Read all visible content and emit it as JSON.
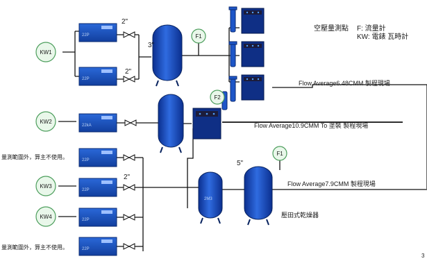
{
  "legend": {
    "title": "空壓量測點",
    "f_key": "F: 流量計",
    "kw_key": "KW: 電錶 瓦時計"
  },
  "meters": {
    "kw1": "KW1",
    "kw2": "KW2",
    "kw3": "KW3",
    "kw4": "KW4",
    "f1a": "F1",
    "f2": "F2",
    "f1b": "F1"
  },
  "pipe_sizes": {
    "top1": "2\"",
    "top2": "2\"",
    "tank": "3\"",
    "mid": "2\"",
    "tank3": "5\""
  },
  "flows": {
    "flow1": "Flow Average6.48CMM  製程現場",
    "flow2": "Flow Average10.9CMM  To 塗裝 製程現場",
    "flow3": "Flow Average7.9CMM 製程現場"
  },
  "notes": {
    "not_measured_1": "量測範圍外，算主不使用。",
    "not_measured_2": "量測範圍外，算主不使用。",
    "dryer": "壓田式乾燥器"
  },
  "compressor_codes": [
    "22P",
    "22P",
    "22kA",
    "22P",
    "22P",
    "22P",
    "22P"
  ],
  "tank_code": "2M3",
  "page_number": "3"
}
